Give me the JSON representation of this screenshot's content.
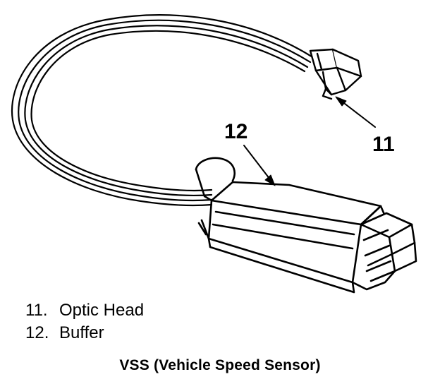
{
  "callouts": {
    "optic_head_number": "11",
    "buffer_number": "12"
  },
  "legend": [
    {
      "number": "11.",
      "label": "Optic Head"
    },
    {
      "number": "12.",
      "label": "Buffer"
    }
  ],
  "caption": "VSS (Vehicle Speed Sensor)",
  "colors": {
    "ink": "#000000",
    "paper": "#ffffff"
  }
}
